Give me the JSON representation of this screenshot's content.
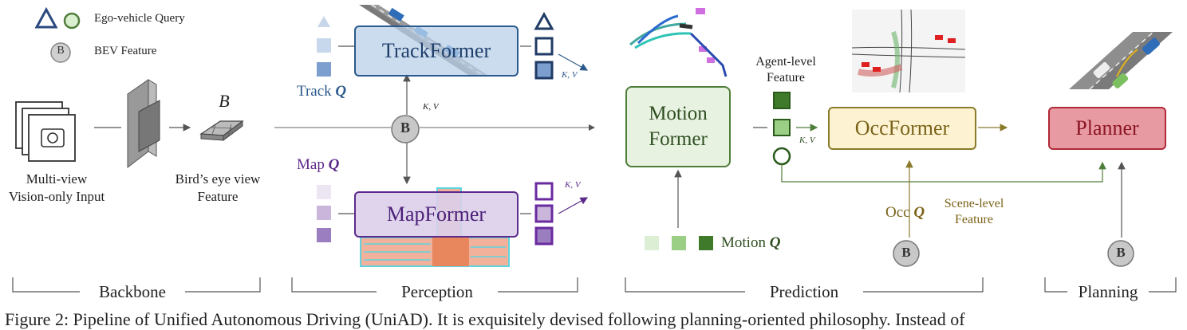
{
  "legend": {
    "ego_query": "Ego-vehicle Query",
    "bev_feature": "BEV Feature",
    "bev_symbol": "B"
  },
  "backbone": {
    "input_label": "Multi-view Vision-only Input",
    "input_label_line1": "Multi-view",
    "input_label_line2": "Vision-only Input",
    "bev_var": "B",
    "bev_label_line1": "Bird’s eye view",
    "bev_label_line2": "Feature"
  },
  "modules": {
    "trackformer": "TrackFormer",
    "mapformer": "MapFormer",
    "motionformer_line1": "Motion",
    "motionformer_line2": "Former",
    "occformer": "OccFormer",
    "planner": "Planner"
  },
  "queries": {
    "track_q": "Track",
    "map_q": "Map",
    "motion_q": "Motion",
    "occ_q": "Occ",
    "q_symbol": "Q"
  },
  "labels": {
    "kv": "K, V",
    "agent_feature_line1": "Agent-level",
    "agent_feature_line2": "Feature",
    "scene_feature_line1": "Scene-level",
    "scene_feature_line2": "Feature"
  },
  "stages": [
    "Backbone",
    "Perception",
    "Prediction",
    "Planning"
  ],
  "caption": "Figure 2: Pipeline of Unified Autonomous Driving (UniAD). It is exquisitely devised following planning-oriented philosophy. Instead of",
  "colors": {
    "track": "#2c5a8c",
    "track_fill": "#b9d0ea",
    "map": "#5b2a8a",
    "map_fill": "#dccfea",
    "motion_border": "#4f7d3a",
    "motion_fill": "#e8f2e1",
    "occ_border": "#8a7a2a",
    "occ_fill": "#fdf3d2",
    "planner_border": "#b02a38",
    "planner_fill": "#e89aa2",
    "bev_gray": "#a0a0a0"
  }
}
